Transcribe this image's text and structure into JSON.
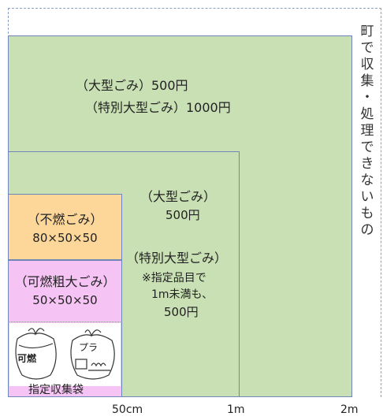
{
  "outer_label_chars": [
    "町",
    "で",
    "収",
    "集",
    "・",
    "処",
    "理",
    "で",
    "き",
    "な",
    "い",
    "も",
    "の"
  ],
  "zone_2m": {
    "line1": "（大型ごみ）500円",
    "line2": "（特別大型ごみ）1000円"
  },
  "zone_1m": {
    "line1": "（大型ごみ）",
    "line2": "500円",
    "line3": "（特別大型ごみ）",
    "line4": "※指定品目で",
    "line5": "1m未満も、",
    "line6": "500円"
  },
  "zone_nonburnable": {
    "title": "（不燃ごみ）",
    "size": "80×50×50"
  },
  "zone_burnable_large": {
    "title": "（可燃粗大ごみ）",
    "size": "50×50×50"
  },
  "bags": {
    "left_label": "可燃",
    "right_label": "プラ",
    "caption": "指定収集袋"
  },
  "axis": {
    "tick_50cm": "50cm",
    "tick_1m": "1m",
    "tick_2m": "2m"
  },
  "colors": {
    "green": "#c8e0b3",
    "orange": "#fdd79a",
    "pink": "#f6c4f4",
    "border": "#6f86b8"
  }
}
